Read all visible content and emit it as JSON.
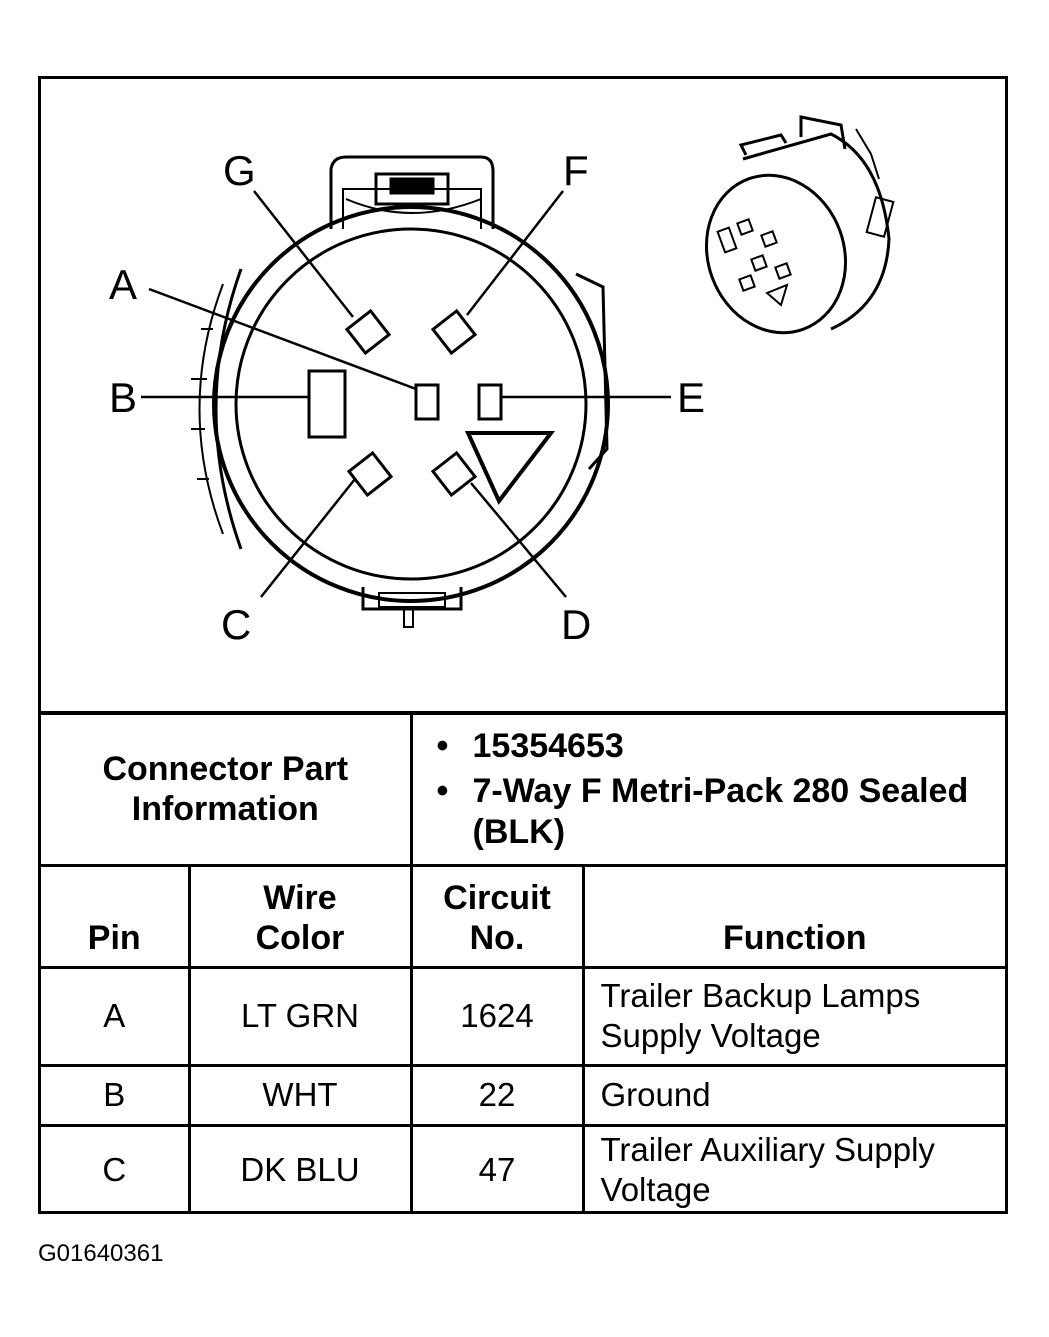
{
  "diagram": {
    "pin_labels": {
      "A": "A",
      "B": "B",
      "C": "C",
      "D": "D",
      "E": "E",
      "F": "F",
      "G": "G"
    }
  },
  "connector_info": {
    "label": "Connector Part Information",
    "part_number": "15354653",
    "description": "7-Way F Metri-Pack 280 Sealed (BLK)"
  },
  "table": {
    "headers": {
      "pin": "Pin",
      "wire_color": "Wire Color",
      "circuit_no": "Circuit No.",
      "function": "Function"
    },
    "rows": [
      {
        "pin": "A",
        "wire_color": "LT GRN",
        "circuit_no": "1624",
        "function": "Trailer Backup Lamps Supply Voltage"
      },
      {
        "pin": "B",
        "wire_color": "WHT",
        "circuit_no": "22",
        "function": "Ground"
      },
      {
        "pin": "C",
        "wire_color": "DK BLU",
        "circuit_no": "47",
        "function": "Trailer Auxiliary Supply Voltage"
      }
    ]
  },
  "figure_id": "G01640361"
}
